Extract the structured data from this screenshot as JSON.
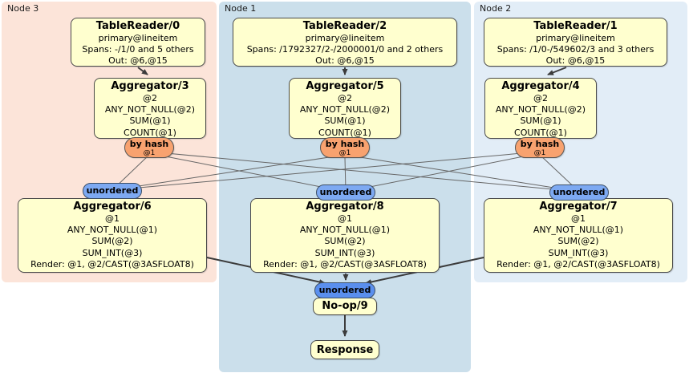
{
  "regions": [
    {
      "label": "Node 3"
    },
    {
      "label": "Node 1"
    },
    {
      "label": "Node 2"
    }
  ],
  "processors": {
    "tr0": {
      "title": "TableReader/0",
      "subtitle": "primary@lineitem",
      "spans": "Spans: -/1/0 and 5 others",
      "out": "Out: @6,@15"
    },
    "tr2": {
      "title": "TableReader/2",
      "subtitle": "primary@lineitem",
      "spans": "Spans: /1792327/2-/2000001/0 and 2 others",
      "out": "Out: @6,@15"
    },
    "tr1": {
      "title": "TableReader/1",
      "subtitle": "primary@lineitem",
      "spans": "Spans: /1/0-/549602/3 and 3 others",
      "out": "Out: @6,@15"
    },
    "agg3": {
      "title": "Aggregator/3",
      "lines": [
        "@2",
        "ANY_NOT_NULL(@2)",
        "SUM(@1)",
        "COUNT(@1)"
      ]
    },
    "agg5": {
      "title": "Aggregator/5",
      "lines": [
        "@2",
        "ANY_NOT_NULL(@2)",
        "SUM(@1)",
        "COUNT(@1)"
      ]
    },
    "agg4": {
      "title": "Aggregator/4",
      "lines": [
        "@2",
        "ANY_NOT_NULL(@2)",
        "SUM(@1)",
        "COUNT(@1)"
      ]
    },
    "agg6": {
      "title": "Aggregator/6",
      "lines": [
        "@1",
        "ANY_NOT_NULL(@1)",
        "SUM(@2)",
        "SUM_INT(@3)",
        "Render: @1, @2/CAST(@3ASFLOAT8)"
      ]
    },
    "agg8": {
      "title": "Aggregator/8",
      "lines": [
        "@1",
        "ANY_NOT_NULL(@1)",
        "SUM(@2)",
        "SUM_INT(@3)",
        "Render: @1, @2/CAST(@3ASFLOAT8)"
      ]
    },
    "agg7": {
      "title": "Aggregator/7",
      "lines": [
        "@1",
        "ANY_NOT_NULL(@1)",
        "SUM(@2)",
        "SUM_INT(@3)",
        "Render: @1, @2/CAST(@3ASFLOAT8)"
      ]
    },
    "noop": {
      "title": "No-op/9"
    },
    "response": {
      "title": "Response"
    }
  },
  "router": {
    "label": "by hash",
    "stream": "@1"
  },
  "sync": {
    "label": "unordered"
  },
  "colors": {
    "region_node3": "#fce4d9",
    "region_node1": "#cbdfeb",
    "region_node2": "#e2edf7",
    "processor_fill": "#ffffcf",
    "router_fill": "#f8a26f",
    "sync_fill": "#7da9f2",
    "sync_final_fill": "#5a8fee",
    "edge_thin": "#666666",
    "edge_thick": "#3c3c3c"
  }
}
